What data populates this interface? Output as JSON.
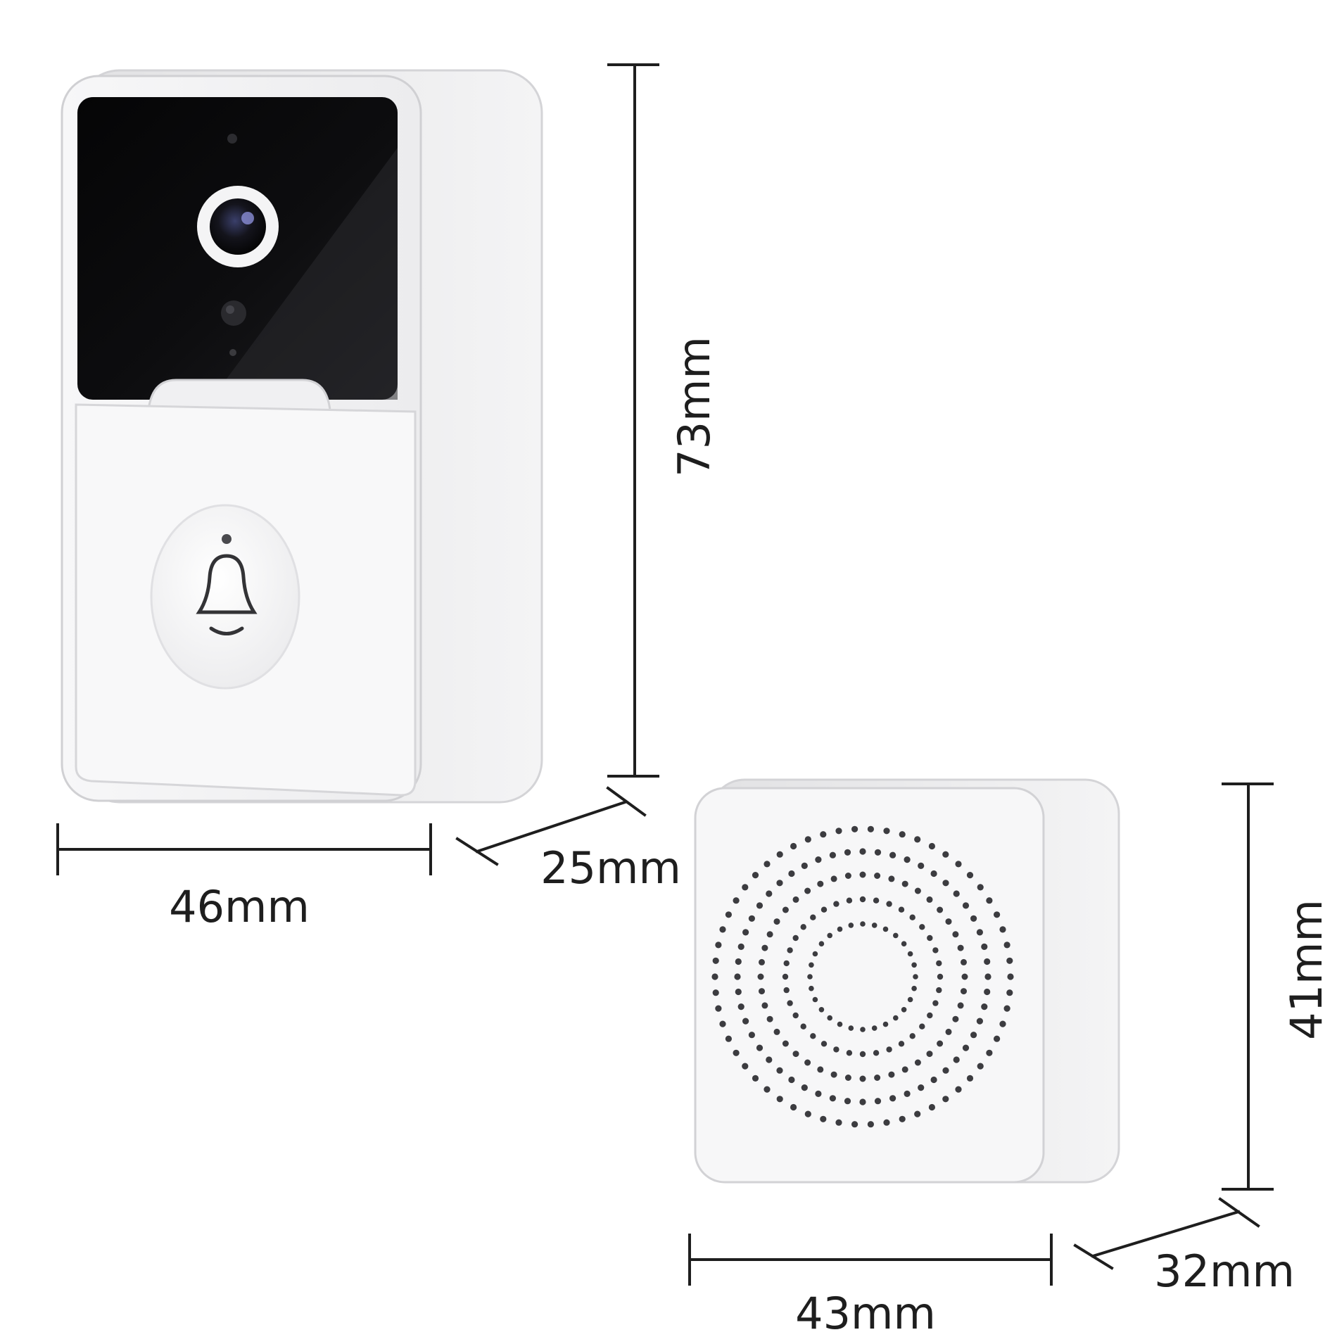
{
  "products": {
    "doorbell": {
      "width": "46mm",
      "height": "73mm",
      "depth": "25mm",
      "icon": "bell-icon"
    },
    "chime": {
      "width": "43mm",
      "height": "41mm",
      "depth": "32mm",
      "icon": "speaker-grille-icon"
    }
  },
  "colors": {
    "body": "#f2f2f3",
    "body_edge": "#d9d9db",
    "camera_panel": "#0b0b0c",
    "lines": "#1e1e1e"
  }
}
